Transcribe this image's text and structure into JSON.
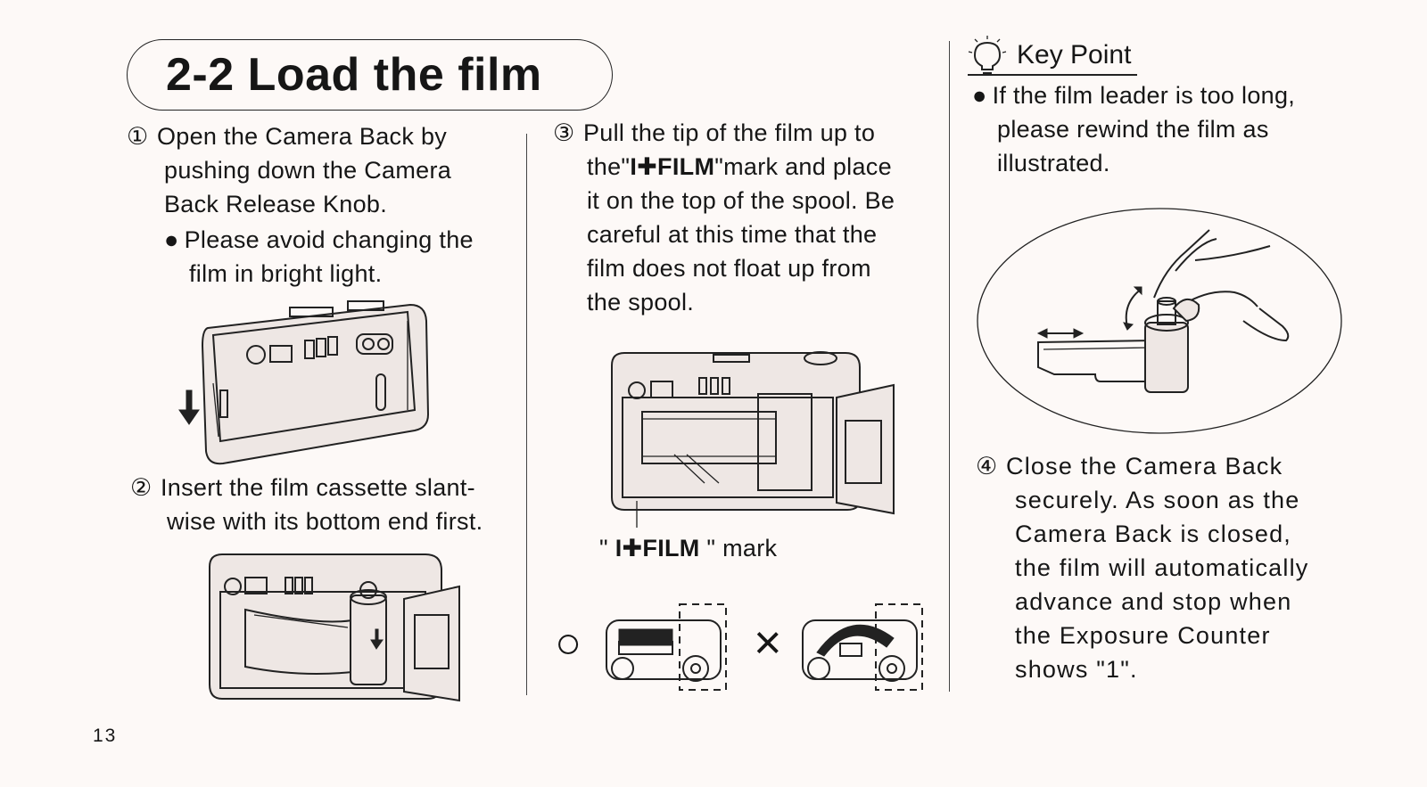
{
  "title": "2-2  Load the film",
  "step1": {
    "num": "①",
    "lines": [
      "Open the Camera Back by",
      "pushing down the Camera",
      "Back Release Knob."
    ],
    "bullet_lines": [
      "Please avoid changing the",
      "film in bright light."
    ]
  },
  "step2": {
    "num": "②",
    "lines": [
      "Insert the film cassette slant-",
      "wise with its bottom end first."
    ]
  },
  "step3": {
    "num": "③",
    "line1_pre": "Pull the tip of the film up to",
    "line2_pre": "the\"",
    "line2_mark": "I✚FILM",
    "line2_post": "\"mark and place",
    "lines_rest": [
      "it on the top of the spool. Be",
      "careful at this time that the",
      "film does not float up from",
      "the spool."
    ],
    "caption_pre": "\" ",
    "caption_mark": "I✚FILM",
    "caption_post": " \" mark",
    "correct_symbol": "○",
    "wrong_symbol": "×"
  },
  "key_point": {
    "heading": "Key Point",
    "bullet_lines": [
      "If the film leader is too long,",
      "please rewind the film as",
      "illustrated."
    ]
  },
  "step4": {
    "num": "④",
    "lines": [
      "Close the Camera Back",
      "securely. As soon as the",
      "Camera Back is closed,",
      "the film will automatically",
      "advance and stop when",
      "the Exposure Counter",
      "shows \"1\"."
    ]
  },
  "page_number": "13",
  "icons": [
    "lightbulb-icon",
    "down-arrow-icon"
  ],
  "colors": {
    "paper": "#fdf9f7",
    "ink": "#161616"
  }
}
